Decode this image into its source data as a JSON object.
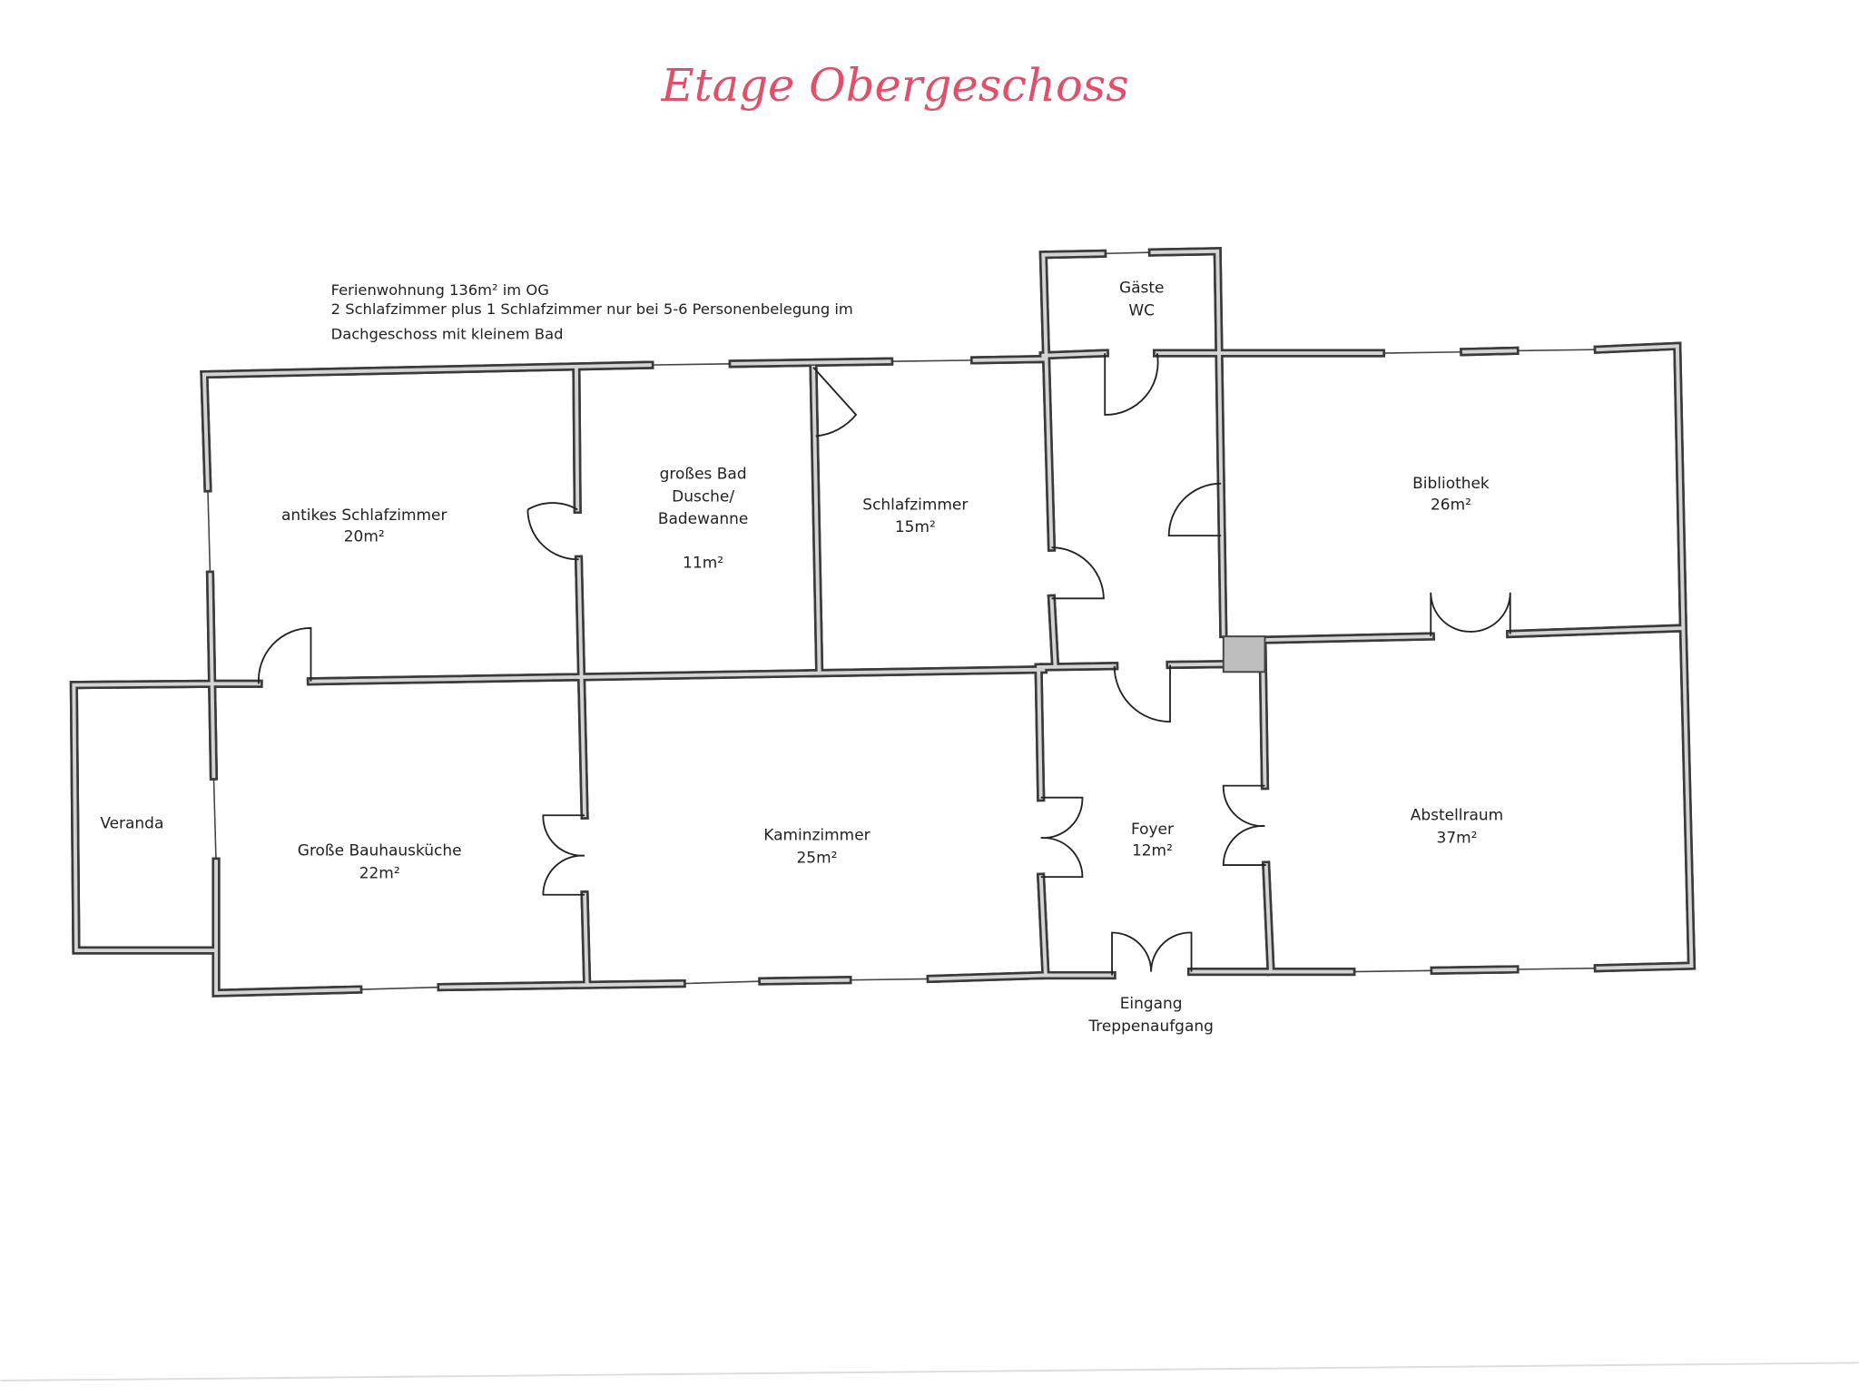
{
  "title": "Etage Obergeschoss",
  "notes": [
    "Ferienwohnung 136m² im OG",
    "2 Schlafzimmer plus 1 Schlafzimmer nur bei 5-6 Personenbelegung im",
    "Dachgeschoss mit kleinem Bad"
  ],
  "rooms": {
    "gaeste_wc": [
      "Gäste",
      "WC"
    ],
    "antikes": [
      "antikes Schlafzimmer",
      "20m²"
    ],
    "bad": [
      "großes Bad",
      "Dusche/",
      "Badewanne",
      "11m²"
    ],
    "schlafzimmer": [
      "Schlafzimmer",
      "15m²"
    ],
    "bibliothek": [
      "Bibliothek",
      "26m²"
    ],
    "veranda": [
      "Veranda"
    ],
    "kueche": [
      "Große Bauhausküche",
      "22m²"
    ],
    "kamin": [
      "Kaminzimmer",
      "25m²"
    ],
    "foyer": [
      "Foyer",
      "12m²"
    ],
    "abstell": [
      "Abstellraum",
      "37m²"
    ],
    "eingang": [
      "Eingang",
      "Treppenaufgang"
    ]
  }
}
